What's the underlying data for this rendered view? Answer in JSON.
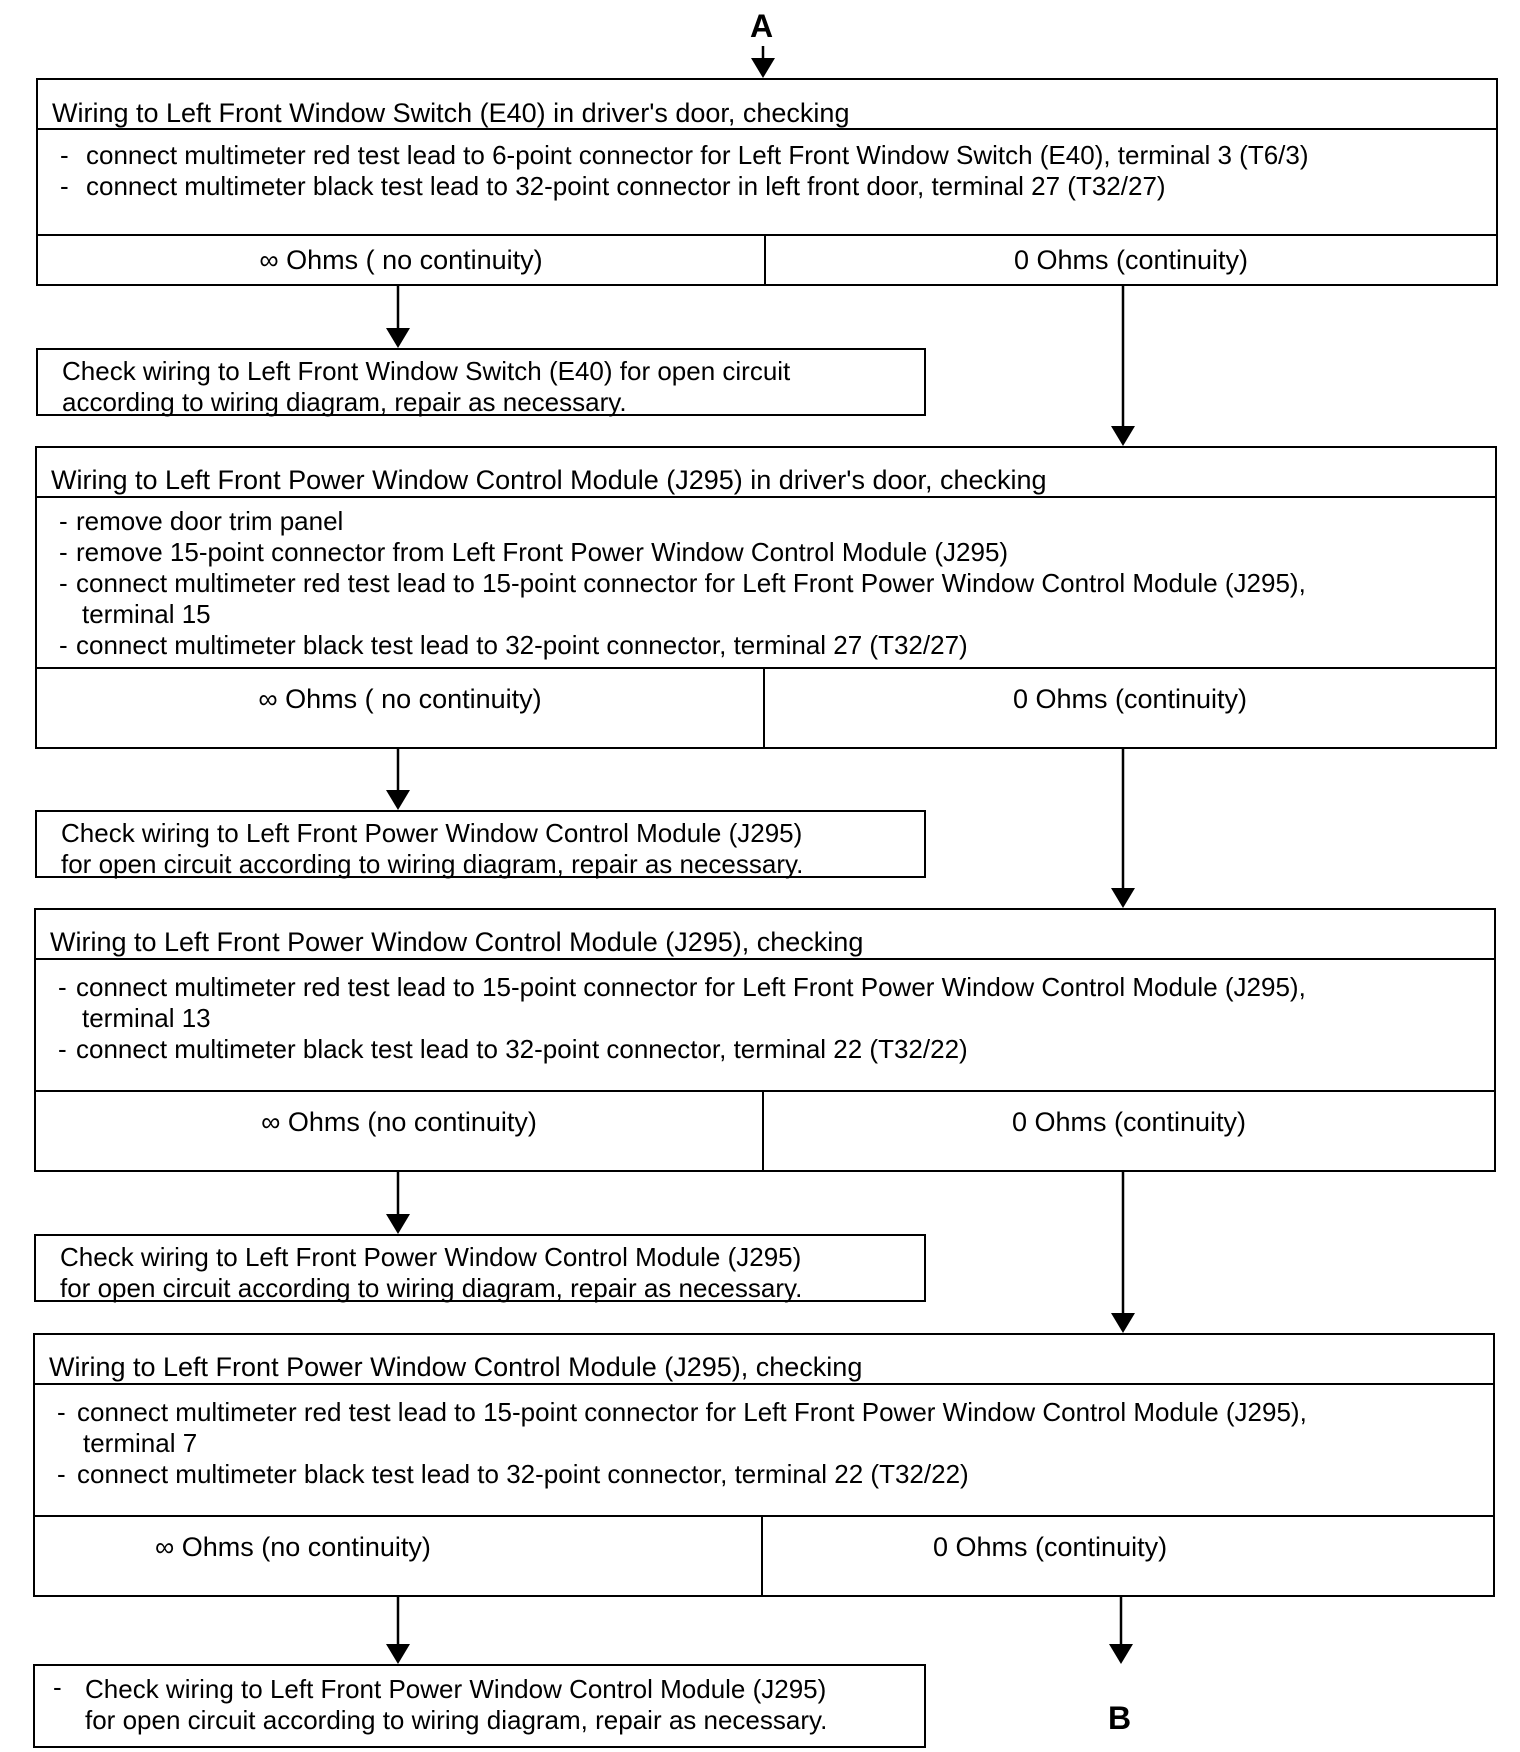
{
  "connectors": {
    "start": "A",
    "end": "B"
  },
  "steps": [
    {
      "heading": "Wiring to Left Front Window Switch (E40) in driver's door, checking",
      "instructions": [
        {
          "text": "connect multimeter red test lead to 6-point connector for Left Front Window Switch (E40), terminal 3 (T6/3)"
        },
        {
          "text": "connect multimeter black test lead to 32-point connector in left front door, terminal 27 (T32/27)"
        }
      ],
      "outcome_no": "∞ Ohms  ( no continuity)",
      "outcome_yes": "0 Ohms  (continuity)",
      "action": [
        "Check wiring to Left Front Window Switch (E40) for open circuit",
        "according to wiring diagram, repair as necessary."
      ]
    },
    {
      "heading": "Wiring to Left Front Power Window Control Module (J295) in driver's door, checking",
      "instructions": [
        {
          "text": "remove door trim panel"
        },
        {
          "text": "remove 15-point connector from Left Front Power Window Control Module (J295)"
        },
        {
          "text": "connect multimeter red test lead to 15-point connector for Left Front Power Window Control  Module (J295),",
          "cont": "terminal 15"
        },
        {
          "text": "connect multimeter black test lead to 32-point connector, terminal 27 (T32/27)"
        }
      ],
      "outcome_no": "∞ Ohms  ( no continuity)",
      "outcome_yes": "0 Ohms  (continuity)",
      "action": [
        "Check wiring to Left Front Power Window Control Module (J295)",
        "for open circuit  according to wiring diagram, repair as necessary."
      ]
    },
    {
      "heading": "Wiring to Left Front Power Window Control Module (J295), checking",
      "instructions": [
        {
          "text": "connect multimeter red test lead to 15-point connector for Left Front Power Window Control Module (J295),",
          "cont": "terminal 13"
        },
        {
          "text": "connect multimeter black test lead to 32-point connector, terminal 22 (T32/22)"
        }
      ],
      "outcome_no": "∞ Ohms  (no continuity)",
      "outcome_yes": "0 Ohms  (continuity)",
      "action": [
        "Check wiring to Left Front Power Window Control Module (J295)",
        "for open circuit  according to wiring diagram, repair as  necessary."
      ]
    },
    {
      "heading": "Wiring to Left Front Power Window Control Module (J295), checking",
      "instructions": [
        {
          "text": "connect multimeter red test lead to 15-point connector for Left Front Power Window Control Module (J295),",
          "cont": "terminal 7"
        },
        {
          "text": "connect multimeter black test lead to 32-point connector, terminal 22 (T32/22)"
        }
      ],
      "outcome_no": "∞ Ohms  (no continuity)",
      "outcome_yes": "0 Ohms  (continuity)",
      "action": [
        "Check wiring  to  Left Front Power Window Control Module (J295)",
        "for open circuit  according to wiring diagram, repair as  necessary."
      ]
    }
  ]
}
